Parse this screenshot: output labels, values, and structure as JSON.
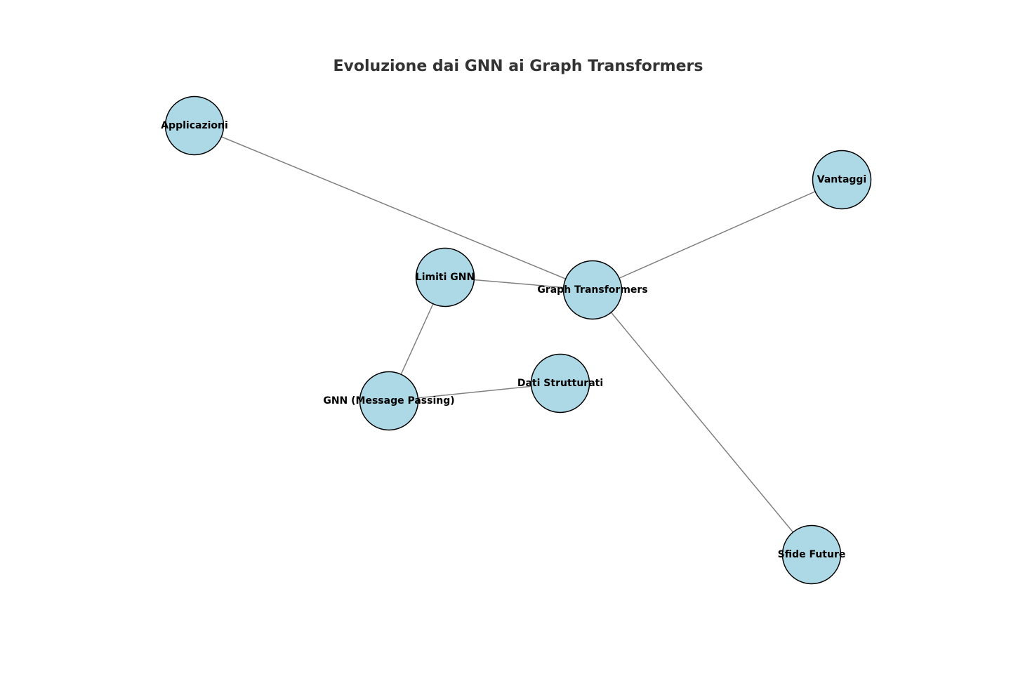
{
  "title": "Evoluzione dai GNN ai Graph Transformers",
  "colors": {
    "node_fill": "#add8e6",
    "node_stroke": "#000000",
    "edge": "#808080",
    "title": "#333333"
  },
  "nodes": [
    {
      "id": "applicazioni",
      "label": "Applicazioni"
    },
    {
      "id": "vantaggi",
      "label": "Vantaggi"
    },
    {
      "id": "limiti",
      "label": "Limiti GNN"
    },
    {
      "id": "graph_transformers",
      "label": "Graph Transformers"
    },
    {
      "id": "dati",
      "label": "Dati Strutturati"
    },
    {
      "id": "gnn",
      "label": "GNN (Message Passing)"
    },
    {
      "id": "sfide",
      "label": "Sfide Future"
    }
  ],
  "edges": [
    {
      "from": "applicazioni",
      "to": "graph_transformers"
    },
    {
      "from": "vantaggi",
      "to": "graph_transformers"
    },
    {
      "from": "limiti",
      "to": "graph_transformers"
    },
    {
      "from": "limiti",
      "to": "gnn"
    },
    {
      "from": "gnn",
      "to": "dati"
    },
    {
      "from": "graph_transformers",
      "to": "sfide"
    }
  ]
}
